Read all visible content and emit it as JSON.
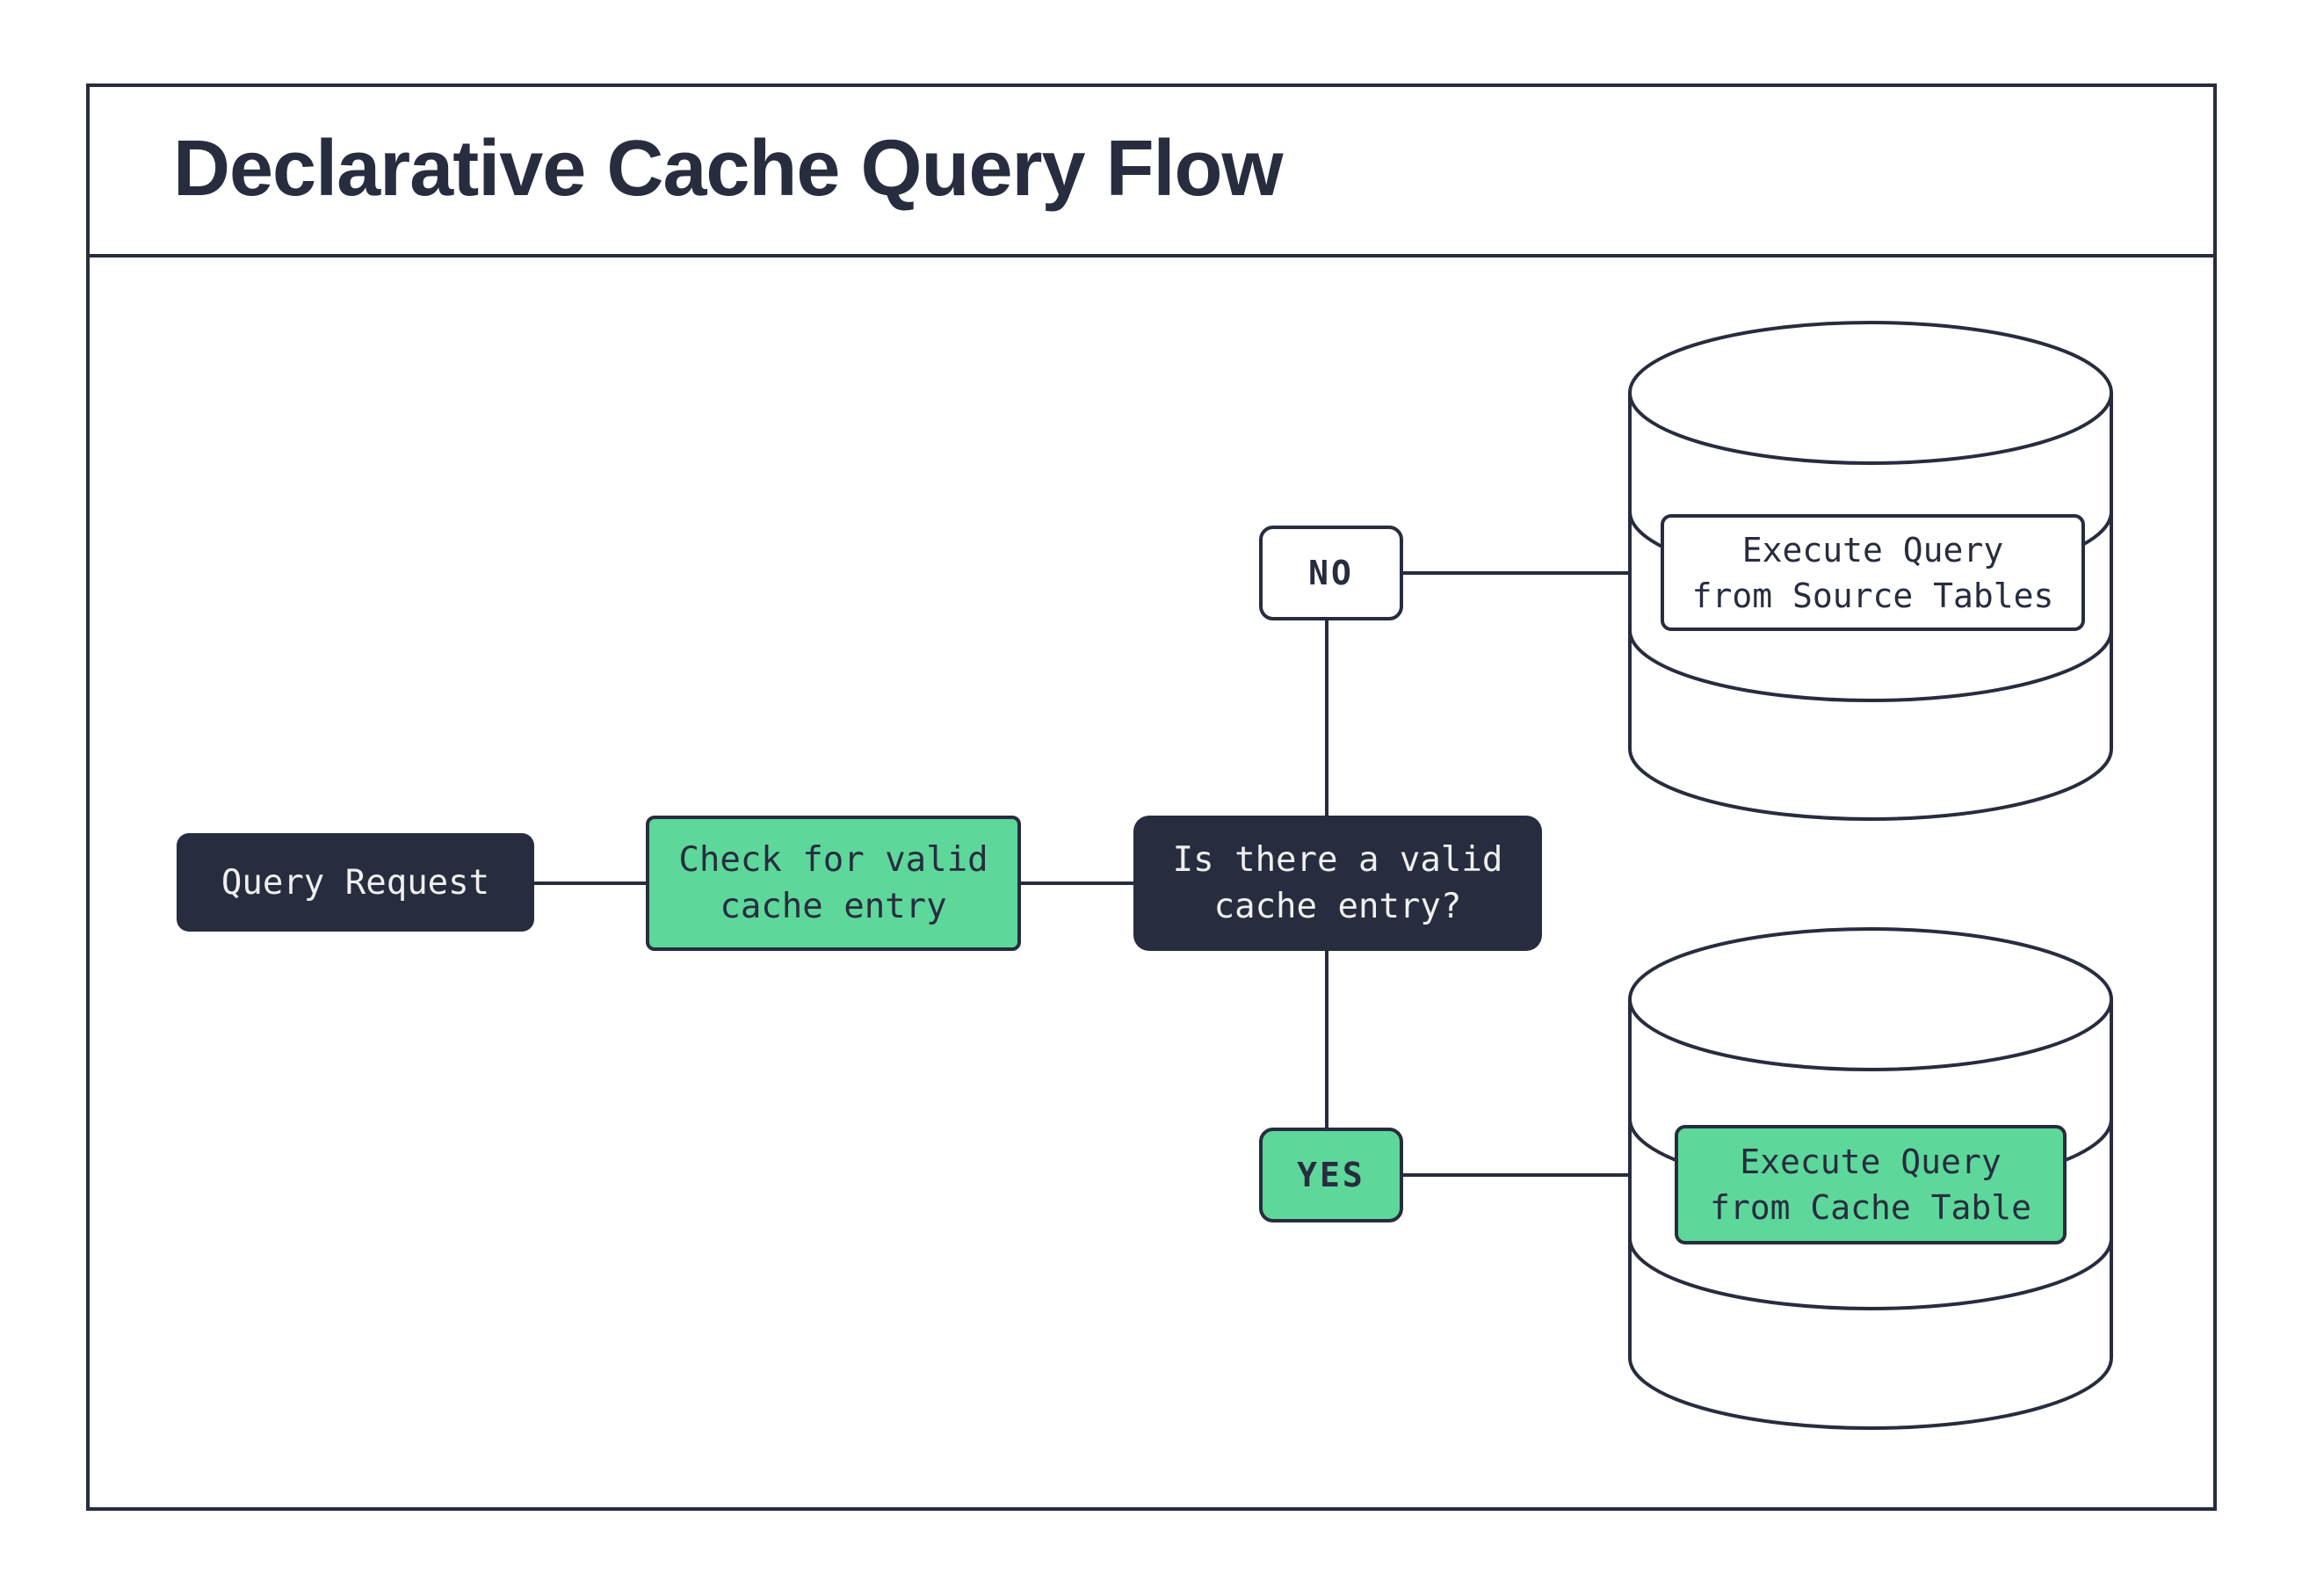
{
  "title": "Declarative Cache Query Flow",
  "colors": {
    "dark_navy": "#272D3E",
    "mint_green": "#5ED79B",
    "background": "#FFFFFF",
    "light_text": "#EFEFEF"
  },
  "nodes": {
    "query_request": {
      "label": "Query Request",
      "type": "process"
    },
    "check_cache": {
      "label": "Check for valid\ncache entry",
      "type": "process"
    },
    "decision": {
      "label": "Is there a valid\ncache entry?",
      "type": "decision"
    },
    "branch_no": {
      "label": "NO",
      "type": "branch"
    },
    "branch_yes": {
      "label": "YES",
      "type": "branch"
    },
    "source_db": {
      "label": "Execute Query\nfrom Source Tables",
      "type": "database"
    },
    "cache_db": {
      "label": "Execute Query\nfrom Cache Table",
      "type": "database"
    }
  },
  "edges": [
    {
      "from": "query_request",
      "to": "check_cache"
    },
    {
      "from": "check_cache",
      "to": "decision"
    },
    {
      "from": "decision",
      "to": "branch_no"
    },
    {
      "from": "decision",
      "to": "branch_yes"
    },
    {
      "from": "branch_no",
      "to": "source_db"
    },
    {
      "from": "branch_yes",
      "to": "cache_db"
    }
  ]
}
